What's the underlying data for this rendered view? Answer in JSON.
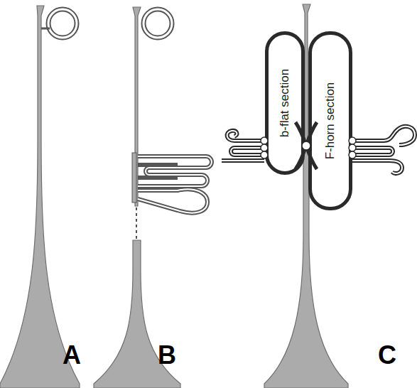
{
  "diagram": {
    "nodes": [
      {
        "text": [
          "b-flat section"
        ]
      },
      {
        "text": [
          "F-horn section"
        ]
      }
    ],
    "labels": [
      "A",
      "B",
      "C"
    ]
  }
}
